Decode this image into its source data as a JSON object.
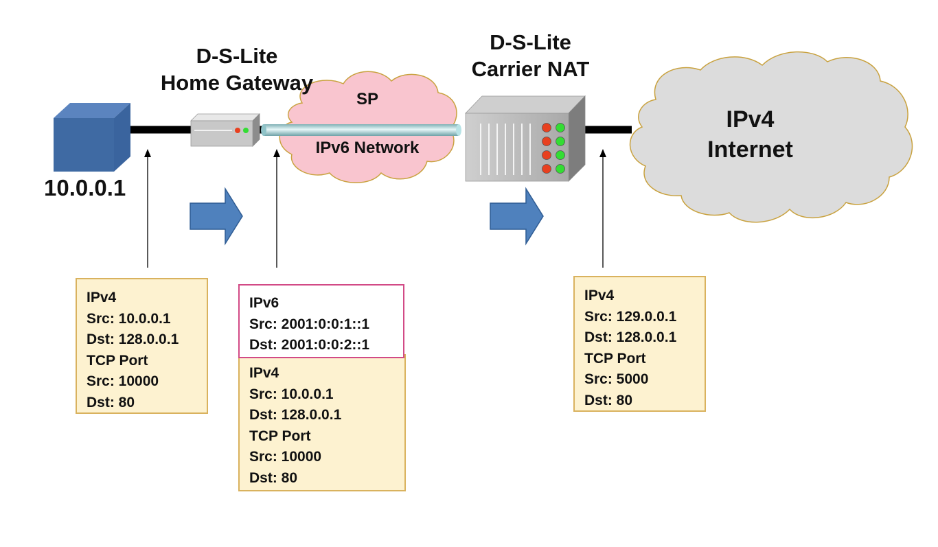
{
  "home_gateway": {
    "title_line1": "D-S-Lite",
    "title_line2": "Home Gateway"
  },
  "carrier_nat": {
    "title_line1": "D-S-Lite",
    "title_line2": "Carrier NAT"
  },
  "host": {
    "ip": "10.0.0.1"
  },
  "sp_cloud": {
    "label_top": "SP",
    "label_bottom": "IPv6 Network"
  },
  "internet_cloud": {
    "label_line1": "IPv4",
    "label_line2": "Internet"
  },
  "packet_host_side": {
    "protocol": "IPv4",
    "src": "Src: 10.0.0.1",
    "dst": "Dst: 128.0.0.1",
    "tcp": "TCP Port",
    "port_src": "Src: 10000",
    "port_dst": "Dst: 80"
  },
  "packet_tunnel": {
    "outer": {
      "protocol": "IPv6",
      "src": "Src: 2001:0:0:1::1",
      "dst": "Dst: 2001:0:0:2::1"
    },
    "inner": {
      "protocol": "IPv4",
      "src": "Src: 10.0.0.1",
      "dst": "Dst: 128.0.0.1",
      "tcp": "TCP Port",
      "port_src": "Src: 10000",
      "port_dst": "Dst: 80"
    }
  },
  "packet_internet_side": {
    "protocol": "IPv4",
    "src": "Src: 129.0.0.1",
    "dst": "Dst: 128.0.0.1",
    "tcp": "TCP Port",
    "port_src": "Src: 5000",
    "port_dst": "Dst: 80"
  },
  "colors": {
    "host_cube": "#3f6aa3",
    "flow_arrow": "#4f81bd",
    "sp_cloud": "#f9c5cf",
    "internet_cloud": "#dcdcdc",
    "cloud_outline": "#c9a23f",
    "tunnel": "#a9d8dc",
    "packet_fill": "#fdf2d0",
    "packet_border": "#d9b25e",
    "ipv6_header_border": "#d24a86",
    "led_red": "#e8401f",
    "led_green": "#33dd33"
  }
}
